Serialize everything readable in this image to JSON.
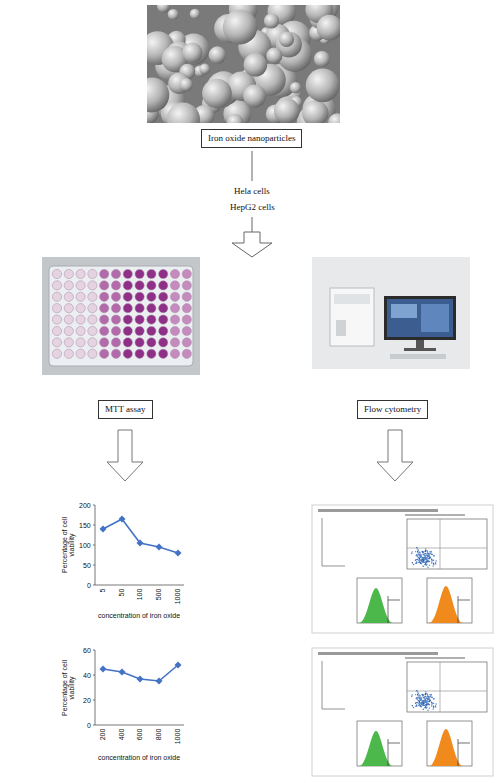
{
  "diagram": {
    "nodes": [
      {
        "text": [
          "Iron oxide nanoparticles"
        ]
      },
      {
        "text": [
          "MTT assay"
        ]
      },
      {
        "text": [
          "Flow cytometry"
        ]
      }
    ],
    "labels": [
      "Hela cells",
      "HepG2 cells",
      "Percentage of cell viability",
      "0",
      "50",
      "100",
      "150",
      "200",
      "5",
      "50",
      "100",
      "500",
      "1000",
      "concentration of iron oxide",
      "Percentage of cell viability",
      "0",
      "20",
      "40",
      "60",
      "200",
      "400",
      "600",
      "800",
      "1000",
      "concentration of iron oxide"
    ]
  }
}
